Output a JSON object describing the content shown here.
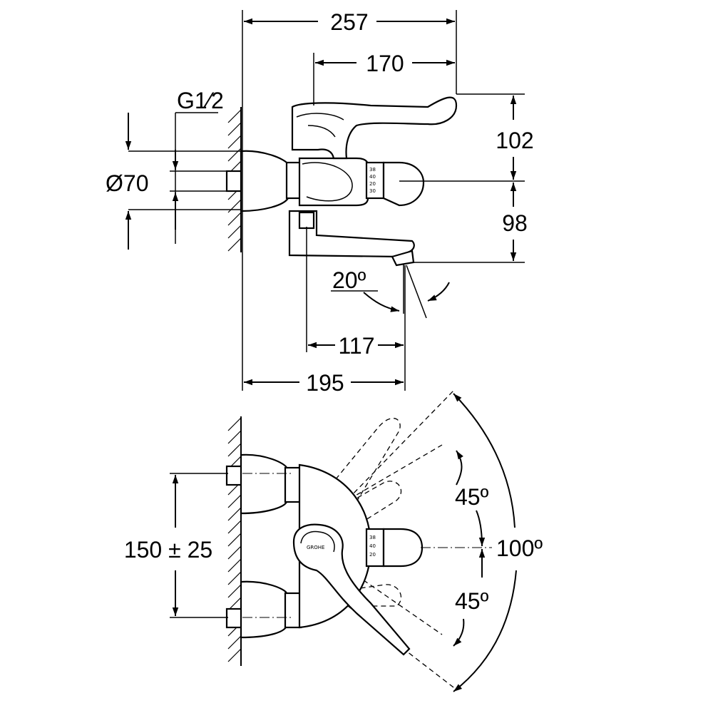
{
  "side_view": {
    "dim_overall_depth": "257",
    "dim_handle_depth": "170",
    "dim_thread": "G1⁄2",
    "dim_escutcheon": "Ø70",
    "dim_handle_height": "102",
    "dim_spout_height": "98",
    "dim_spout_angle": "20º",
    "dim_spout_offset": "117",
    "dim_spout_reach": "195"
  },
  "top_view": {
    "dim_centers": "150 ± 25",
    "dim_swing_up": "45º",
    "dim_swing_down": "45º",
    "dim_total_swing": "100º",
    "brand_mark": "GROHE"
  }
}
